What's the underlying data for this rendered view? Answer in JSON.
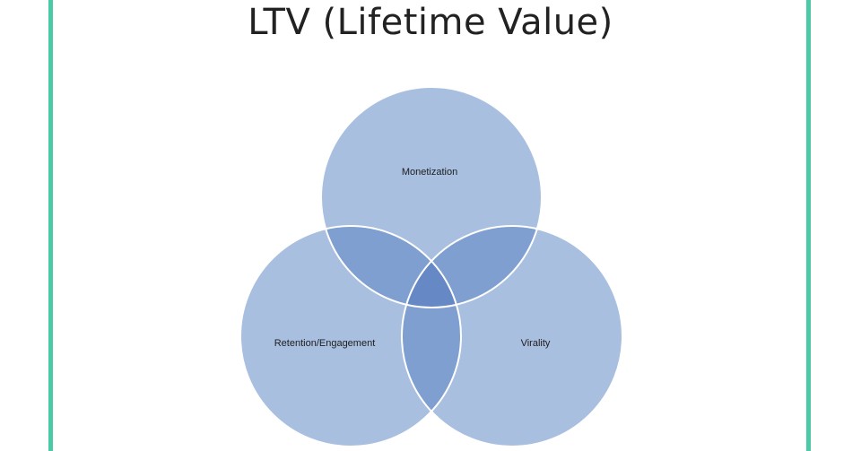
{
  "diagram": {
    "title": "LTV (Lifetime Value)",
    "sets": [
      {
        "id": "monetization",
        "label": "Monetization"
      },
      {
        "id": "retention",
        "label": "Retention/Engagement"
      },
      {
        "id": "virality",
        "label": "Virality"
      }
    ]
  },
  "colors": {
    "circle_fill": "#a8bfe0",
    "circle_stroke": "#ffffff",
    "overlap_pair": "#7f9fd0",
    "overlap_center": "#6688c4",
    "frame_border": "#4cc9a6"
  }
}
